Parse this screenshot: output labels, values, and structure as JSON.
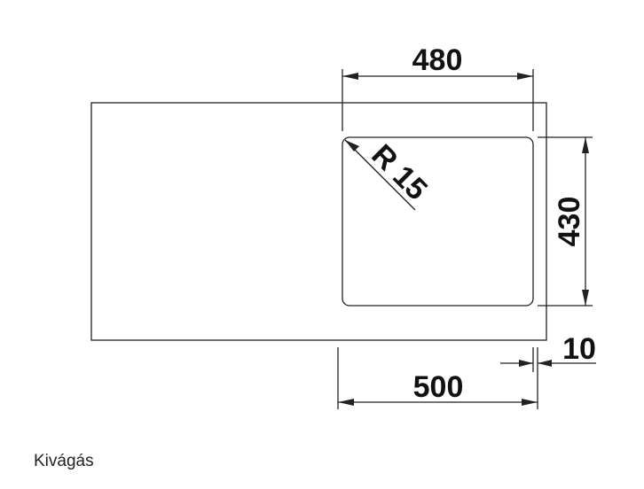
{
  "dimensions": {
    "top_width": "480",
    "radius": "R 15",
    "height": "430",
    "offset": "10",
    "bottom_width": "500"
  },
  "caption": "Kivágás",
  "colors": {
    "line": "#222222",
    "text": "#111111",
    "background": "#ffffff"
  }
}
